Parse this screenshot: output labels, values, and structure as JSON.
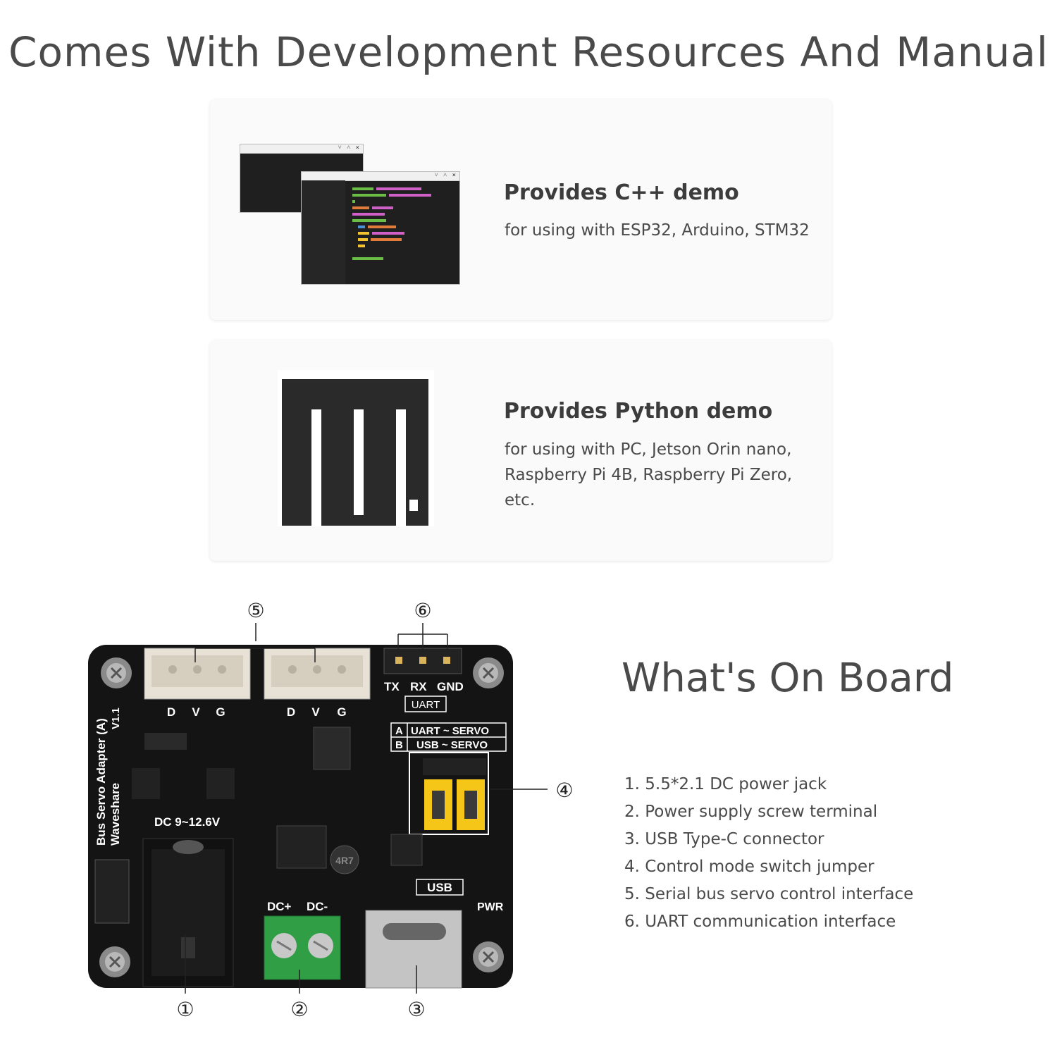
{
  "title": "Comes With Development Resources And Manual",
  "cards": {
    "cpp": {
      "title": "Provides C++ demo",
      "desc": "for using with ESP32, Arduino, STM32",
      "window_controls": "˅ ˄ ×"
    },
    "python": {
      "title": "Provides Python demo",
      "desc": "for using with PC, Jetson Orin nano, Raspberry Pi 4B, Raspberry Pi Zero, etc."
    }
  },
  "board": {
    "title": "What's On Board",
    "features": [
      "1. 5.5*2.1 DC power jack",
      "2. Power supply screw terminal",
      "3. USB Type-C connector",
      "4. Control mode switch jumper",
      "5. Serial bus servo control interface",
      "6. UART communication interface"
    ],
    "callouts": [
      "①",
      "②",
      "③",
      "④",
      "⑤",
      "⑥"
    ],
    "silkscreen": {
      "dvg": [
        "D",
        "V",
        "G"
      ],
      "tx": "TX",
      "rx": "RX",
      "gnd": "GND",
      "uart": "UART",
      "mode_a_key": "A",
      "mode_a": "UART ~ SERVO",
      "mode_b_key": "B",
      "mode_b": "USB ~ SERVO",
      "dc_range": "DC 9~12.6V",
      "name": "Bus Servo Adapter (A)",
      "brand": "Waveshare",
      "version": "V1.1",
      "dc_plus": "DC+",
      "dc_minus": "DC-",
      "usb": "USB",
      "pwr": "PWR",
      "chip": "4R7"
    }
  },
  "colors": {
    "pcb": "#141414",
    "jumper": "#f5c518",
    "terminal": "#2f9e44",
    "code": [
      "#6abe45",
      "#d060c8",
      "#e07b39",
      "#f2c230",
      "#4a90d9"
    ]
  }
}
